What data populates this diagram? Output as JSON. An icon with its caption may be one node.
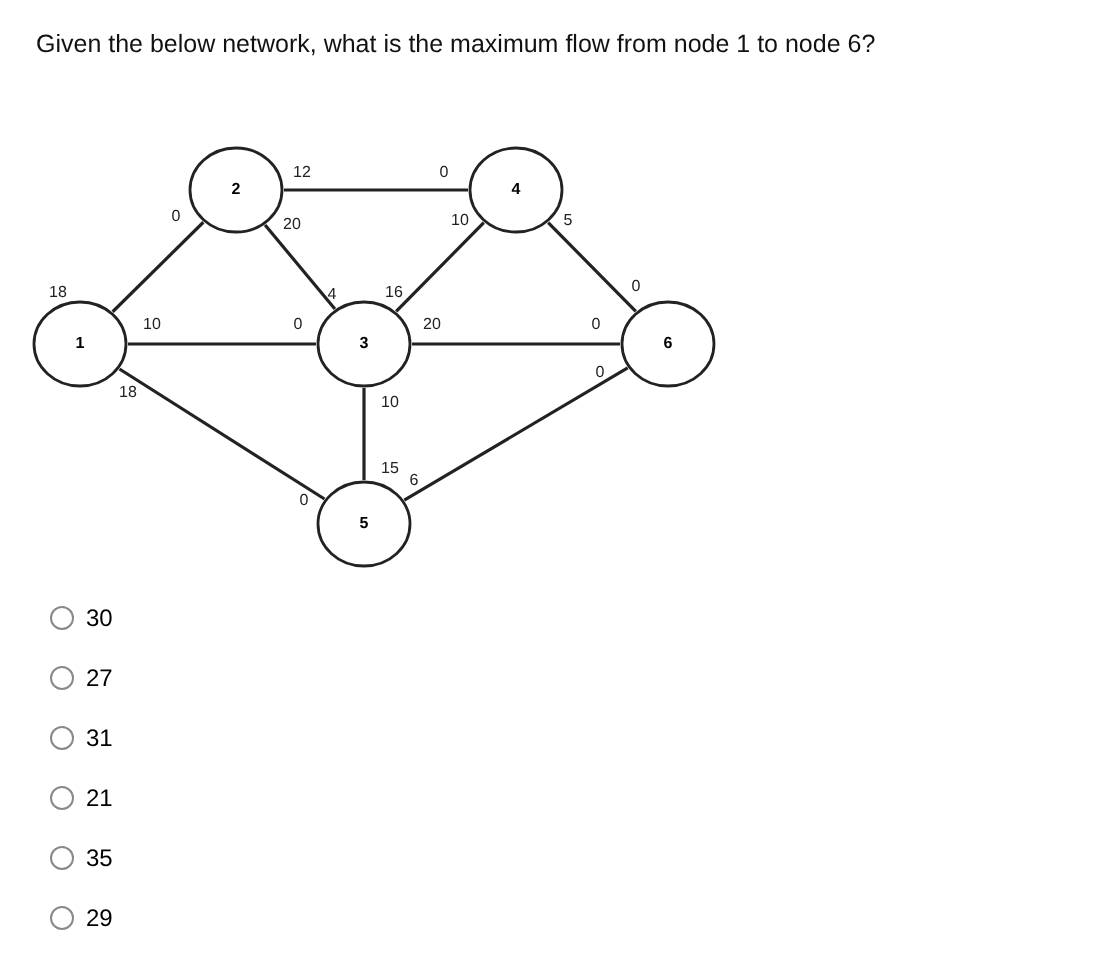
{
  "diagram": {
    "title": "Given the below network, what is the maximum flow from node 1 to node 6?",
    "nodes": [
      {
        "text": [
          "1"
        ]
      },
      {
        "text": [
          "2"
        ]
      },
      {
        "text": [
          "3"
        ]
      },
      {
        "text": [
          "4"
        ]
      },
      {
        "text": [
          "5"
        ]
      },
      {
        "text": [
          "6"
        ]
      }
    ],
    "edges": [
      {
        "from": 0,
        "to": 1,
        "arrow": "none"
      },
      {
        "from": 1,
        "to": 3,
        "arrow": "none"
      },
      {
        "from": 1,
        "to": 2,
        "arrow": "none"
      },
      {
        "from": 2,
        "to": 3,
        "arrow": "none"
      },
      {
        "from": 3,
        "to": 5,
        "arrow": "none"
      },
      {
        "from": 0,
        "to": 2,
        "arrow": "none"
      },
      {
        "from": 2,
        "to": 5,
        "arrow": "none"
      },
      {
        "from": 0,
        "to": 4,
        "arrow": "none"
      },
      {
        "from": 2,
        "to": 4,
        "arrow": "none"
      },
      {
        "from": 4,
        "to": 5,
        "arrow": "none"
      }
    ],
    "labels": [
      "12",
      "0",
      "0",
      "20",
      "10",
      "5",
      "18",
      "4",
      "16",
      "0",
      "10",
      "0",
      "20",
      "0",
      "18",
      "0",
      "10",
      "15",
      "0",
      "6",
      "30",
      "27",
      "31",
      "21",
      "35",
      "29"
    ]
  }
}
